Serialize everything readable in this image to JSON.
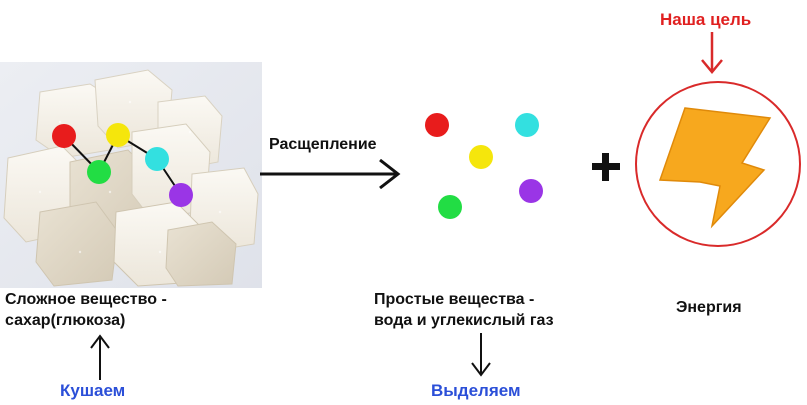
{
  "complex": {
    "line1": "Сложное вещество -",
    "line2": "сахар(глюкоза)",
    "action": "Кушаем"
  },
  "splitting_label": "Расщепление",
  "simple": {
    "line1": "Простые вещества -",
    "line2": "вода и углекислый газ",
    "action": "Выделяем"
  },
  "energy": {
    "label": "Энергия",
    "goal": "Наша цель"
  },
  "colors": {
    "red": "#e81c1c",
    "yellow": "#f5e60c",
    "cyan": "#33e0e0",
    "green": "#22dd44",
    "purple": "#9a35e6",
    "bolt": "#f7a81e",
    "ring": "#d92a2a",
    "caption_blue": "#2b4fd8",
    "caption_red": "#e02020"
  },
  "icons": [
    "sugar-cubes-photo",
    "plus-icon",
    "lightning-bolt-icon",
    "arrow-up-icon",
    "arrow-down-icon",
    "arrow-right-icon"
  ]
}
